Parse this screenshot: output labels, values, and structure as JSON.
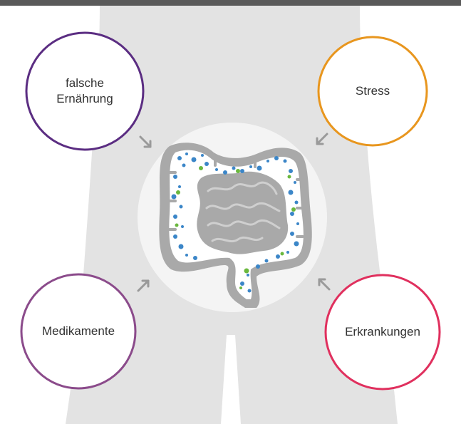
{
  "factors": [
    {
      "id": "diet",
      "line1": "falsche",
      "line2": "Ernährung",
      "color": "#5b2d82"
    },
    {
      "id": "stress",
      "label": "Stress",
      "color": "#e8961e"
    },
    {
      "id": "medication",
      "label": "Medikamente",
      "color": "#8b4b8b"
    },
    {
      "id": "disease",
      "label": "Erkrankungen",
      "color": "#e0305e"
    }
  ],
  "colors": {
    "body_silhouette": "#e3e3e3",
    "center_circle": "#f4f4f4",
    "intestine_gray": "#a9a9a9",
    "bacteria_blue": "#3b86c8",
    "bacteria_green": "#6ab83e",
    "arrow_gray": "#9a9a9a",
    "top_bar": "#5a5a5a"
  },
  "icons": [
    "arrow-icon",
    "intestine-icon",
    "bacteria-icon"
  ]
}
